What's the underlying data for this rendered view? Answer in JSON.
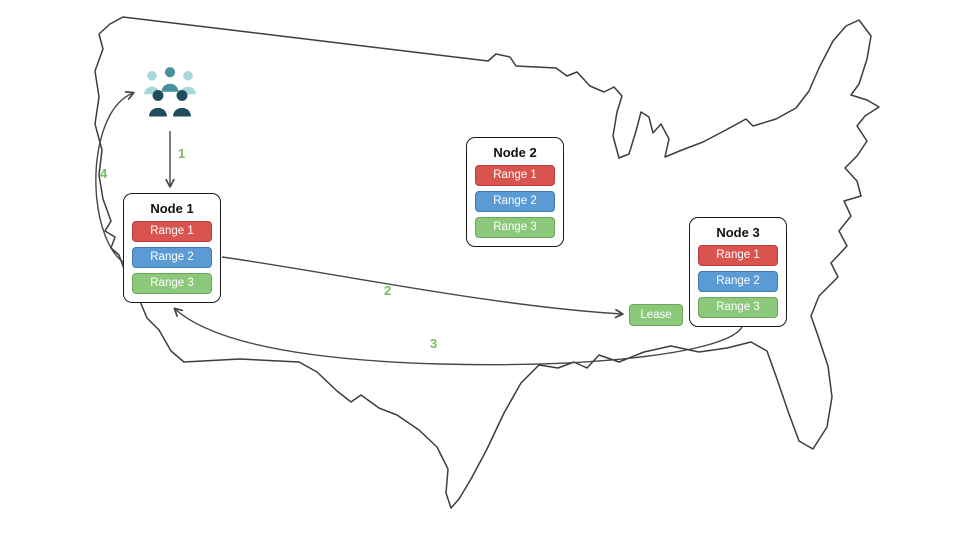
{
  "diagram": {
    "description": "US map with three database nodes, replicated ranges, a lease transfer and numbered request flow arrows"
  },
  "nodes": [
    {
      "title": "Node 1",
      "ranges": [
        {
          "label": "Range 1",
          "color": "#d9534f"
        },
        {
          "label": "Range 2",
          "color": "#5b9bd5"
        },
        {
          "label": "Range 3",
          "color": "#8cc87a"
        }
      ]
    },
    {
      "title": "Node 2",
      "ranges": [
        {
          "label": "Range 1",
          "color": "#d9534f"
        },
        {
          "label": "Range 2",
          "color": "#5b9bd5"
        },
        {
          "label": "Range 3",
          "color": "#8cc87a"
        }
      ]
    },
    {
      "title": "Node 3",
      "ranges": [
        {
          "label": "Range 1",
          "color": "#d9534f"
        },
        {
          "label": "Range 2",
          "color": "#5b9bd5"
        },
        {
          "label": "Range 3",
          "color": "#8cc87a"
        }
      ]
    }
  ],
  "lease": {
    "label": "Lease",
    "color": "#8cc87a"
  },
  "steps": [
    {
      "label": "1"
    },
    {
      "label": "2"
    },
    {
      "label": "3"
    },
    {
      "label": "4"
    }
  ],
  "icons": {
    "users": "users-group-icon"
  },
  "colors": {
    "range_1": "#d9534f",
    "range_2": "#5b9bd5",
    "range_3": "#8cc87a",
    "lease": "#8cc87a",
    "step_label": "#76bf5f",
    "map_outline": "#3d3d3d",
    "arrow": "#474747",
    "users_light": "#a7d7d8",
    "users_medium": "#45919e",
    "users_dark": "#1f4f5e"
  }
}
